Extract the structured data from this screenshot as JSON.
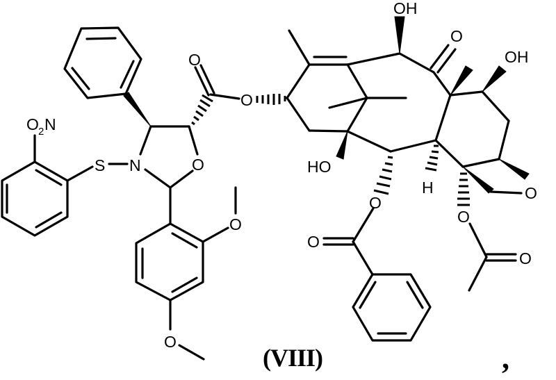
{
  "figure": {
    "type": "chemical-structure",
    "compound_label": "(VIII)",
    "trailing_punctuation": ","
  },
  "atoms": {
    "o2n": {
      "main": "O",
      "sub": "2",
      "tail": "N"
    },
    "s": "S",
    "n": "N",
    "o_oxazolidine": "O",
    "o_carbonyl_ester": "O",
    "o_ester_link": "O",
    "o_methoxy_top": "O",
    "o_methoxy_bottom": "O",
    "oh_top": "OH",
    "o_ketone": "O",
    "oh_right": "OH",
    "ho_left": "HO",
    "h_ring": "H",
    "o_oxetane": "O",
    "o_benzoate_link": "O",
    "o_benzoate_carbonyl": "O",
    "o_acetate_link": "O",
    "o_acetate_carbonyl": "O"
  },
  "substituents": [
    "2-nitrophenylthio",
    "phenyl",
    "2,4-dimethoxyphenyl",
    "benzoyloxy",
    "acetoxy",
    "hydroxyl x3",
    "oxetane ring"
  ]
}
